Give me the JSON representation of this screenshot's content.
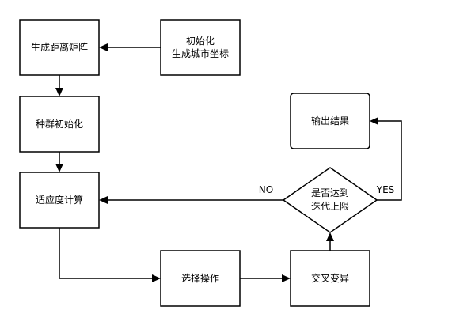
{
  "diagram": {
    "nodes": {
      "distance_matrix": "生成距离矩阵",
      "init_line1": "初始化",
      "init_line2": "生成城市坐标",
      "population_init": "种群初始化",
      "fitness": "适应度计算",
      "output": "输出结果",
      "check_line1": "是否达到",
      "check_line2": "迭代上限",
      "selection": "选择操作",
      "crossover_mutation": "交叉变异"
    },
    "edge_labels": {
      "no": "NO",
      "yes": "YES"
    },
    "stroke_color": "#000000",
    "fill_color": "#ffffff"
  }
}
